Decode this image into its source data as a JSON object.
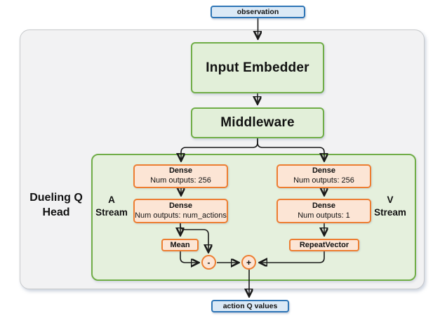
{
  "colors": {
    "blue_border": "#2e75b6",
    "blue_fill": "#dbe9f6",
    "green_border": "#70ad47",
    "green_fill": "#e2efd9",
    "panel_green": "#e5f0dd",
    "orange_border": "#ed7d31",
    "orange_fill": "#fce5d5",
    "gray_fill": "#f2f2f3",
    "gray_border": "#c7c9cb",
    "ink": "#111111",
    "arrow": "#1a1a1a"
  },
  "diagram": {
    "input": {
      "label": "observation"
    },
    "input_embedder": {
      "label": "Input Embedder"
    },
    "middleware": {
      "label": "Middleware"
    },
    "dueling_q_head": {
      "label": "Dueling Q\nHead",
      "a_stream": {
        "label": "A\nStream",
        "dense_1": {
          "title": "Dense",
          "detail": "Num outputs: 256"
        },
        "dense_2": {
          "title": "Dense",
          "detail": "Num outputs: num_actions"
        },
        "mean": {
          "label": "Mean"
        },
        "subtract_op": "-"
      },
      "v_stream": {
        "label": "V\nStream",
        "dense_1": {
          "title": "Dense",
          "detail": "Num outputs: 256"
        },
        "dense_2": {
          "title": "Dense",
          "detail": "Num outputs: 1"
        },
        "repeat_vector": {
          "label": "RepeatVector"
        },
        "add_op": "+"
      }
    },
    "output": {
      "label": "action Q values"
    }
  }
}
